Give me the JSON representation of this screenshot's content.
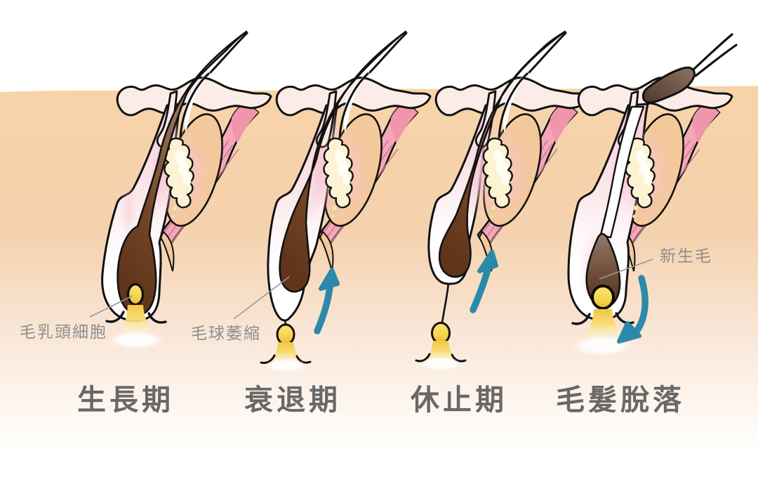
{
  "figure": {
    "stages": [
      {
        "label": "生長期",
        "arrow": "none"
      },
      {
        "label": "衰退期",
        "arrow": "up"
      },
      {
        "label": "休止期",
        "arrow": "up"
      },
      {
        "label": "毛髮脫落",
        "arrow": "down"
      }
    ],
    "annotations": [
      {
        "text": "毛乳頭細胞"
      },
      {
        "text": "毛球萎縮"
      },
      {
        "text": "新生毛"
      }
    ],
    "colors": {
      "skin": "#f6d2a8",
      "epidermis": "#fbece7",
      "dermis_patch": "#f3c89b",
      "muscle_pink": "#f5a7ba",
      "muscle_dark_pink": "#ef96ad",
      "follicle_sheath_pink": "#f7cdd7",
      "sebaceous_gland": "#fdf3d2",
      "hair_dark": "#60351b",
      "hair_light": "#ab937e",
      "papilla_yellow": "#f6d44c",
      "arrow_teal": "#2b8aa9",
      "outline": "#111111",
      "annotation_text": "#8e8e8e",
      "stage_title_text": "#686868"
    }
  }
}
